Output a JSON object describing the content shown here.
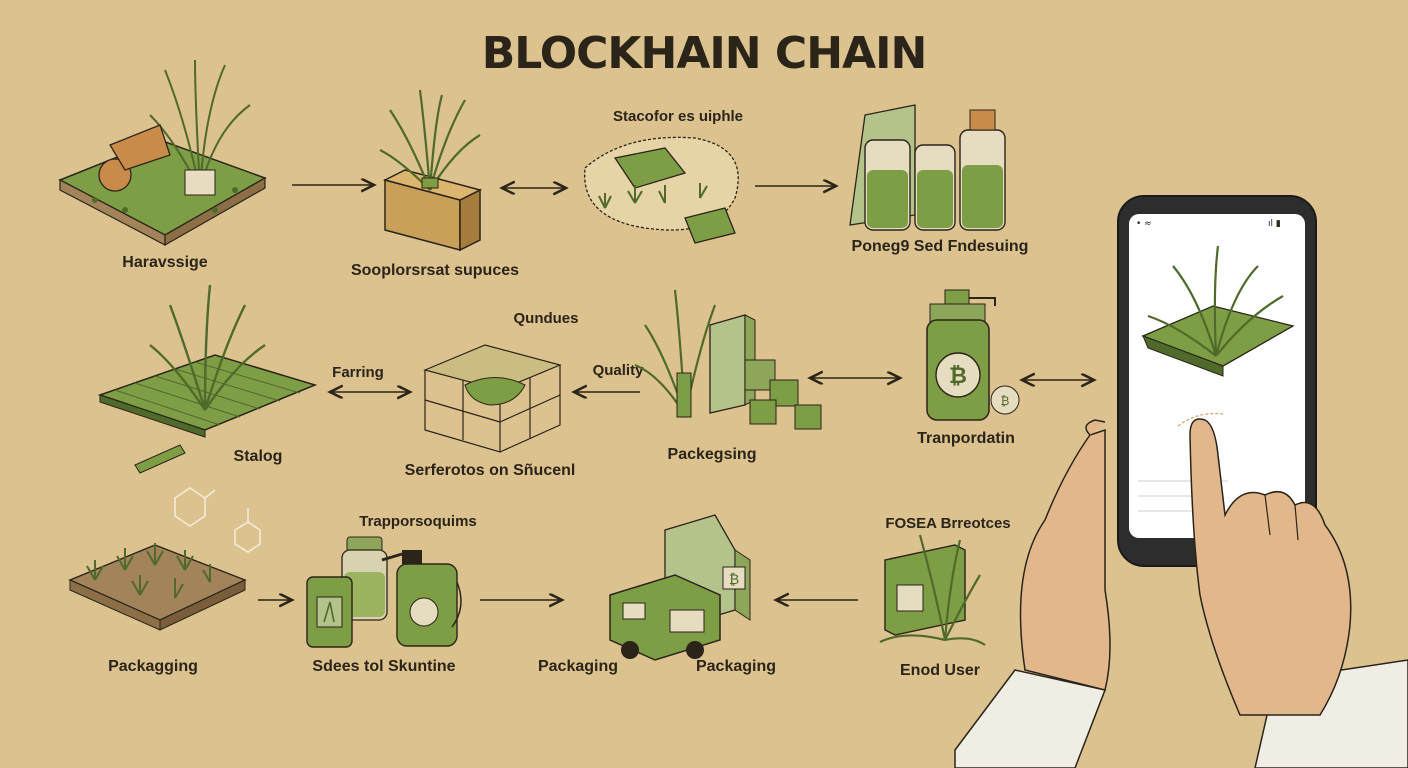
{
  "title": "BLOCKHAIN CHAIN",
  "nodes": [
    {
      "label": "Haravssige"
    },
    {
      "label": "Sooplorsrsat supuces"
    },
    {
      "label": "Poneg9 Sed Fndesuing"
    },
    {
      "label": "Stalog"
    },
    {
      "label": "Serferotos on Sñucenl"
    },
    {
      "label": "Packegsing"
    },
    {
      "label": "Tranpordatin"
    },
    {
      "label": "Packagging"
    },
    {
      "label": "Sdees tol Skuntine"
    },
    {
      "label": "Packaging"
    },
    {
      "label": "Packaging"
    },
    {
      "label": "Enod User"
    }
  ],
  "captions": [
    {
      "text": "Stacofor es uiphle"
    },
    {
      "text": "Farring"
    },
    {
      "text": "Qundues"
    },
    {
      "text": "Quality"
    },
    {
      "text": "Trapporsoquims"
    },
    {
      "text": "FOSEA Brreotces"
    }
  ],
  "colors": {
    "background": "#dcc28f",
    "leaf": "#7e9e45",
    "leaf_dark": "#4f6a2a",
    "line": "#2a2419",
    "soil": "#a2835a"
  },
  "icons": [
    "grass-bundle-icon",
    "bitcoin-icon",
    "smartphone-icon",
    "hand-icon",
    "truck-icon",
    "bottle-icon",
    "molecule-icon"
  ]
}
